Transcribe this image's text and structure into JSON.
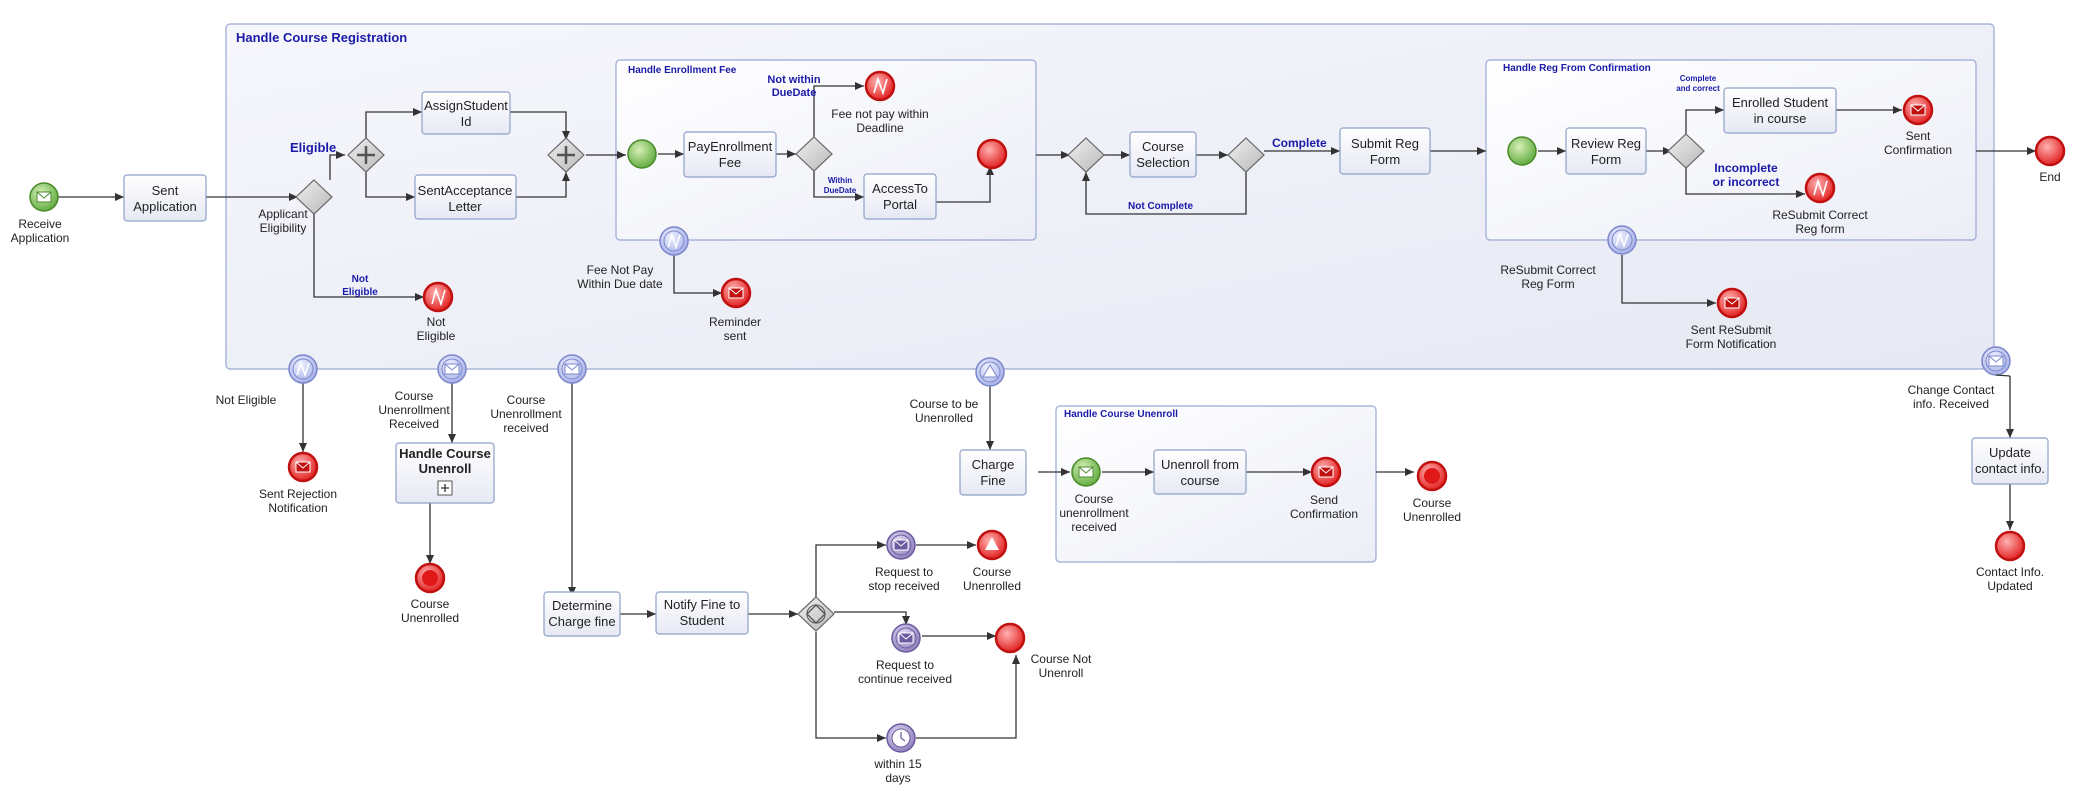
{
  "pool_title": "Handle Course Registration",
  "subprocesses": {
    "enrollment_fee": "Handle Enrollment Fee",
    "reg_confirmation": "Handle Reg From Confirmation",
    "course_unenroll": "Handle Course Unenroll"
  },
  "events": {
    "receive_application": [
      "Receive",
      "Application"
    ],
    "not_eligible_end": [
      "Not",
      "Eligible"
    ],
    "fee_not_pay_deadline": [
      "Fee not pay within",
      "Deadline"
    ],
    "fee_not_pay_boundary": [
      "Fee Not Pay",
      "Within Due date"
    ],
    "reminder_sent": [
      "Reminder",
      "sent"
    ],
    "sent_confirmation": [
      "Sent",
      "Confirmation"
    ],
    "resubmit_correct_reg_form": [
      "ReSubmit Correct",
      "Reg form"
    ],
    "resubmit_boundary": [
      "ReSubmit Correct",
      "Reg Form"
    ],
    "sent_resubmit_notification": [
      "Sent ReSubmit",
      "Form Notification"
    ],
    "end": [
      "End"
    ],
    "not_eligible_boundary": [
      "Not Eligible"
    ],
    "sent_rejection": [
      "Sent Rejection",
      "Notification"
    ],
    "course_unenrollment_received_1": [
      "Course",
      "Unenrollment",
      "Received"
    ],
    "course_unenrollment_received_2": [
      "Course",
      "Unenrollment",
      "received"
    ],
    "course_unenrolled_1": [
      "Course",
      "Unenrolled"
    ],
    "course_to_be_unenrolled": [
      "Course to be",
      "Unenrolled"
    ],
    "course_unenrollment_start": [
      "Course",
      "unenrollment",
      "received"
    ],
    "send_confirmation": [
      "Send",
      "Confirmation"
    ],
    "course_unenrolled_2": [
      "Course",
      "Unenrolled"
    ],
    "change_contact": [
      "Change Contact",
      "info. Received"
    ],
    "contact_updated": [
      "Contact Info.",
      "Updated"
    ],
    "request_to_stop": [
      "Request to",
      "stop received"
    ],
    "course_unenrolled_3": [
      "Course",
      "Unenrolled"
    ],
    "request_to_continue": [
      "Request to",
      "continue received"
    ],
    "course_not_unenroll": [
      "Course Not",
      "Unenroll"
    ],
    "within_15_days": [
      "within 15",
      "days"
    ],
    "applicant_eligibility": [
      "Applicant",
      "Eligibility"
    ]
  },
  "tasks": {
    "sent_application": [
      "Sent",
      "Application"
    ],
    "assign_student_id": [
      "AssignStudent",
      "Id"
    ],
    "sent_acceptance_letter": [
      "SentAcceptance",
      "Letter"
    ],
    "pay_enrollment_fee": [
      "PayEnrollment",
      "Fee"
    ],
    "access_to_portal": [
      "AccessTo",
      "Portal"
    ],
    "course_selection": [
      "Course",
      "Selection"
    ],
    "submit_reg_form": [
      "Submit Reg",
      "Form"
    ],
    "review_reg_form": [
      "Review Reg",
      "Form"
    ],
    "enrolled_student": [
      "Enrolled Student",
      "in course"
    ],
    "handle_course_unenroll": [
      "Handle Course",
      "Unenroll"
    ],
    "charge_fine": [
      "Charge",
      "Fine"
    ],
    "unenroll_from_course": [
      "Unenroll from",
      "course"
    ],
    "update_contact": [
      "Update",
      "contact info."
    ],
    "determine_charge_fine": [
      "Determine",
      "Charge fine"
    ],
    "notify_fine": [
      "Notify Fine to",
      "Student"
    ]
  },
  "flow_labels": {
    "eligible": "Eligible",
    "not_eligible": [
      "Not",
      "Eligible"
    ],
    "not_within_due_date": [
      "Not within",
      "DueDate"
    ],
    "within_due_date": [
      "Within",
      "DueDate"
    ],
    "complete": "Complete",
    "not_complete": "Not Complete",
    "complete_and_correct": [
      "Complete",
      "and correct"
    ],
    "incomplete_or_incorrect": [
      "Incomplete",
      "or incorrect"
    ]
  }
}
